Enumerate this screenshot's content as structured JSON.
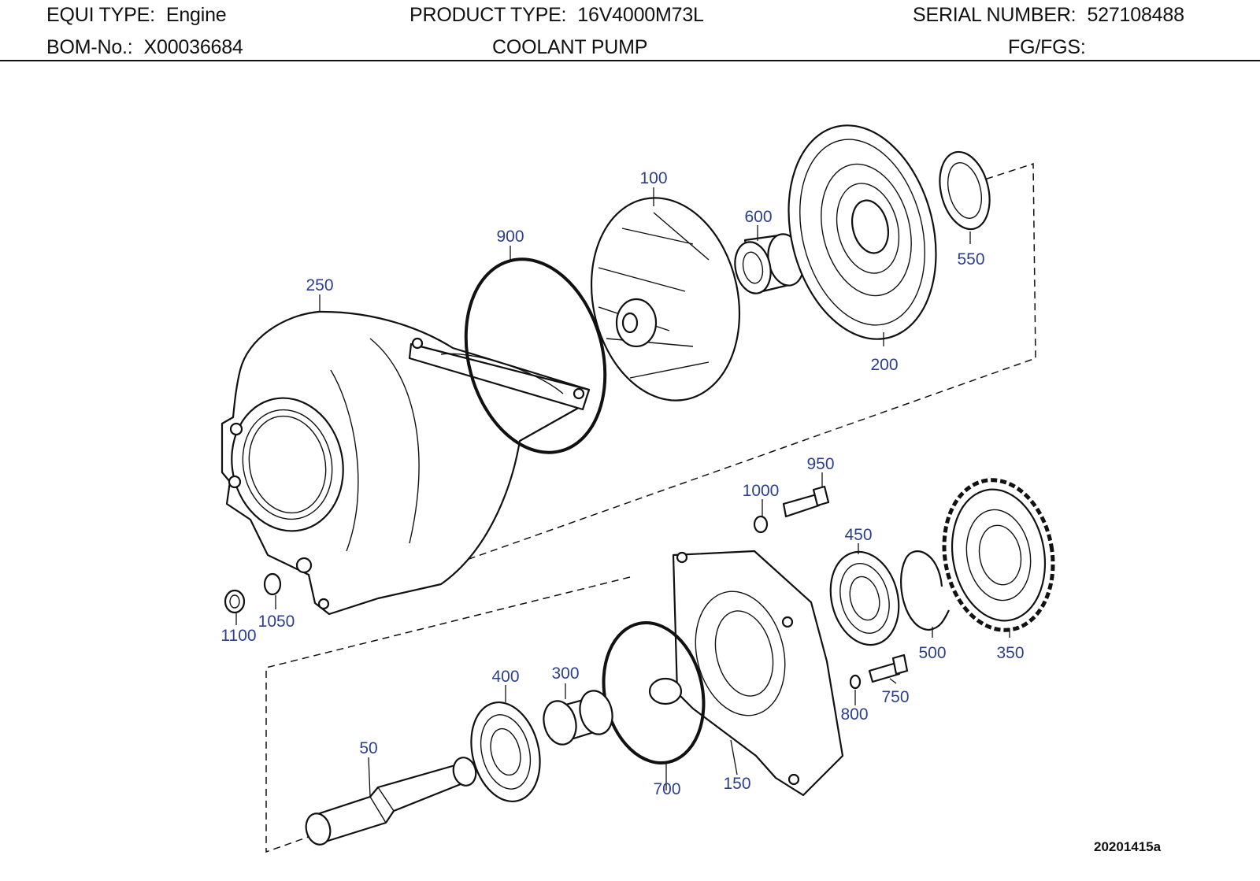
{
  "header": {
    "equi_type": {
      "label": "EQUI TYPE:",
      "value": "Engine"
    },
    "product_type": {
      "label": "PRODUCT TYPE:",
      "value": "16V4000M73L"
    },
    "serial_number": {
      "label": "SERIAL NUMBER:",
      "value": "527108488"
    },
    "bom_no": {
      "label": "BOM-No.:",
      "value": "X00036684"
    },
    "title": "COOLANT PUMP",
    "fg_fgs": {
      "label": "FG/FGS:",
      "value": ""
    }
  },
  "callouts": {
    "p50": "50",
    "p100": "100",
    "p150": "150",
    "p200": "200",
    "p250": "250",
    "p300": "300",
    "p350": "350",
    "p400": "400",
    "p450": "450",
    "p500": "500",
    "p550": "550",
    "p600": "600",
    "p700": "700",
    "p750": "750",
    "p800": "800",
    "p900": "900",
    "p950": "950",
    "p1000": "1000",
    "p1050": "1050",
    "p1100": "1100"
  },
  "drawing_id": "20201415a",
  "colors": {
    "callout": "#2b3f8f",
    "line": "#111111"
  }
}
